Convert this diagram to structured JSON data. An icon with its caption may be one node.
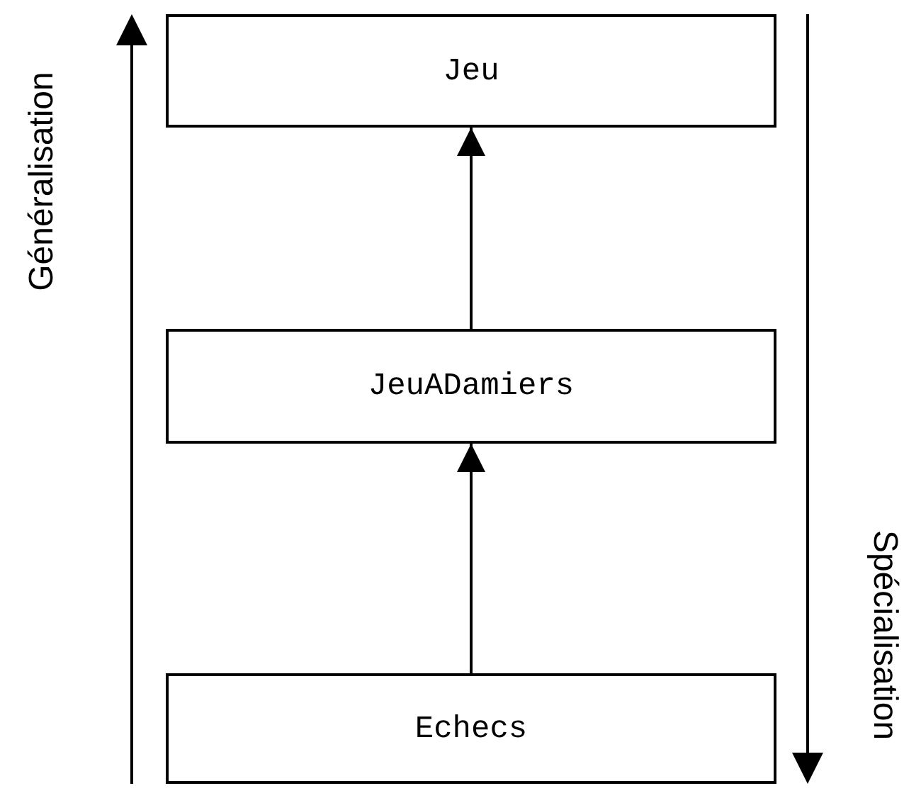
{
  "diagram": {
    "nodes": [
      {
        "text": [
          "Jeu"
        ]
      },
      {
        "text": [
          "JeuADamiers"
        ]
      },
      {
        "text": [
          "Echecs"
        ]
      }
    ],
    "edges": [
      {
        "from": 1,
        "to": 0,
        "arrow": "to"
      },
      {
        "from": 2,
        "to": 1,
        "arrow": "to"
      }
    ],
    "labels": [
      "Généralisation",
      "Spécialisation"
    ]
  }
}
